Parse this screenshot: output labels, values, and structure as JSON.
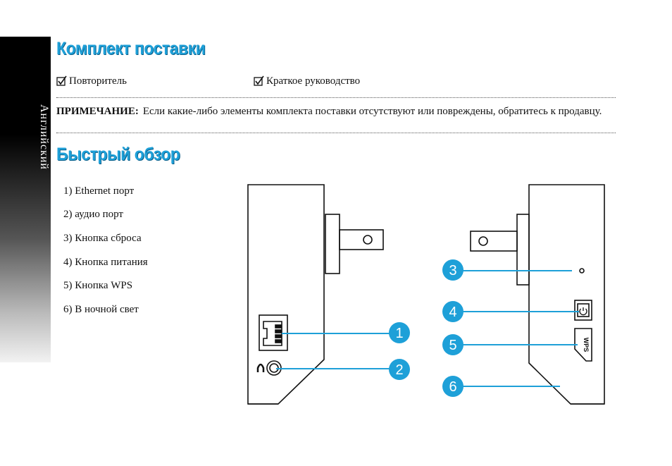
{
  "sidebar": {
    "label": "Английский"
  },
  "section1": {
    "title": "Комплект поставки",
    "items": [
      "Повторитель",
      "Краткое руководство"
    ],
    "note_label": "ПРИМЕЧАНИЕ:",
    "note_text": "Если какие-либо элементы комплекта поставки отсутствуют или повреждены, обратитесь к продавцу."
  },
  "section2": {
    "title": "Быстрый обзор",
    "features": [
      "1) Ethernet порт",
      "2) аудио порт",
      "3) Кнопка сброса",
      "4) Кнопка питания",
      "5) Кнопка WPS",
      "6) В ночной свет"
    ]
  },
  "diagram": {
    "accent_color": "#1ea0d8",
    "callouts": [
      "1",
      "2",
      "3",
      "4",
      "5",
      "6"
    ],
    "wps_label": "WPS"
  }
}
